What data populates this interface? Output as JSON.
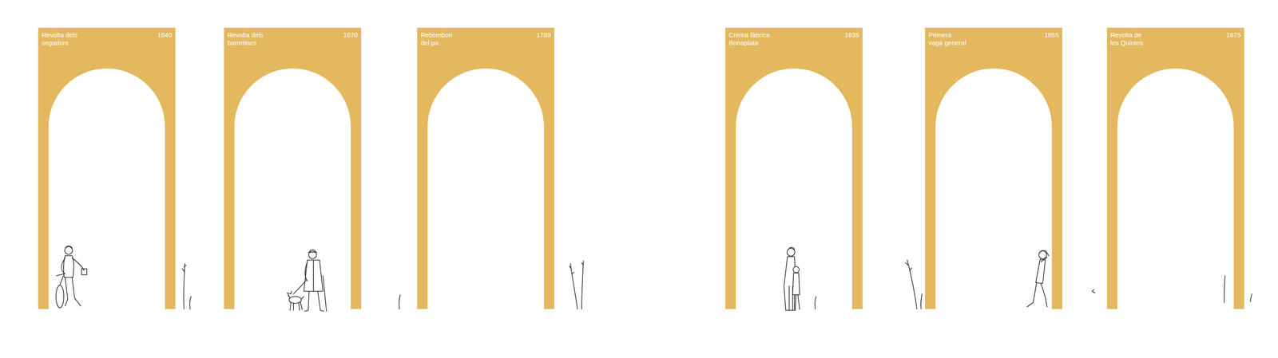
{
  "diagram": {
    "nodes": [
      {
        "text": [
          "Revolta dels segadors",
          "1640"
        ]
      },
      {
        "text": [
          "Revolta dels barretines",
          "1670"
        ]
      },
      {
        "text": [
          "Rebombori del pa",
          "1789"
        ]
      },
      {
        "text": [
          "Crema fàbrica Bonaplata",
          "1835"
        ]
      },
      {
        "text": [
          "Primera vaga general",
          "1855"
        ]
      },
      {
        "text": [
          "Revolta de les Quintes",
          "1875"
        ]
      }
    ]
  }
}
